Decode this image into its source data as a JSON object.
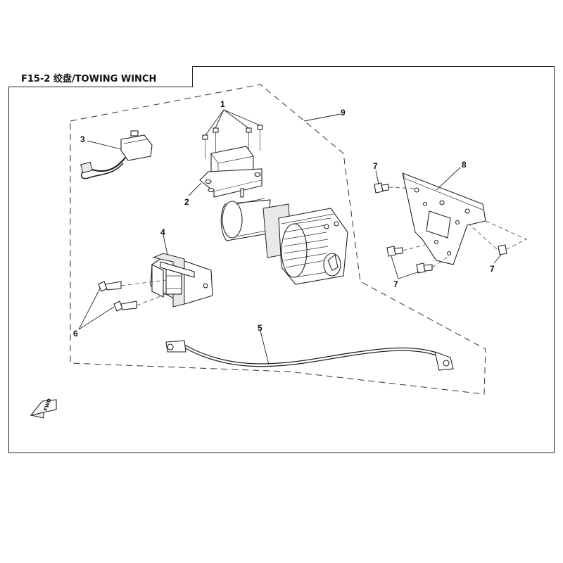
{
  "diagram": {
    "title": "F15-2 绞盘/TOWING WINCH",
    "callouts": [
      "1",
      "2",
      "3",
      "4",
      "5",
      "6",
      "7",
      "7",
      "7",
      "8",
      "9"
    ],
    "fwd_label": "FWD"
  }
}
